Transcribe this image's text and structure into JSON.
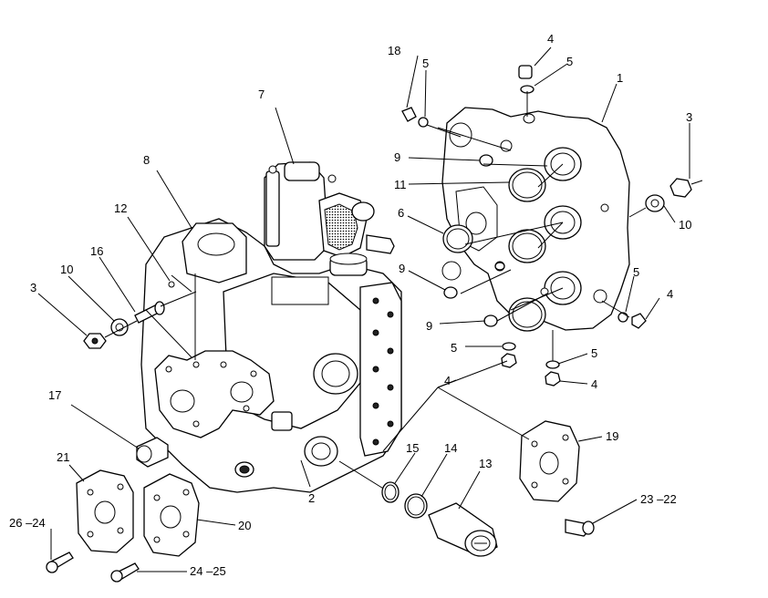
{
  "labels": {
    "l1": "1",
    "l2": "2",
    "l3a": "3",
    "l3b": "3",
    "l4a": "4",
    "l4b": "4",
    "l4c": "4",
    "l4d": "4",
    "l5a": "5",
    "l5b": "5",
    "l5c": "5",
    "l5d": "5",
    "l5e": "5",
    "l6": "6",
    "l7": "7",
    "l8": "8",
    "l9a": "9",
    "l9b": "9",
    "l9c": "9",
    "l10a": "10",
    "l10b": "10",
    "l11": "11",
    "l12": "12",
    "l13": "13",
    "l14": "14",
    "l15": "15",
    "l16": "16",
    "l17": "17",
    "l18": "18",
    "l19": "19",
    "l20": "20",
    "l21": "21",
    "l22_23": "23 –22",
    "l24_25": "24 –25",
    "l26_24": "26 –24"
  }
}
